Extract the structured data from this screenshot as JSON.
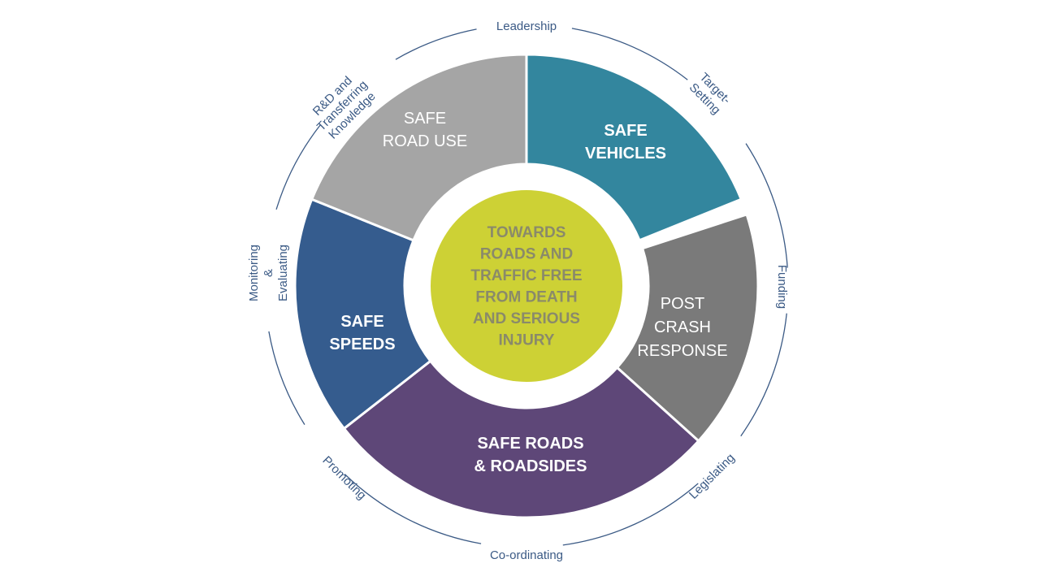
{
  "center": {
    "lines": [
      "TOWARDS",
      "ROADS AND",
      "TRAFFIC FREE",
      "FROM DEATH",
      "AND SERIOUS",
      "INJURY"
    ],
    "color": "#cdd135",
    "text_color": "#8a8a6a"
  },
  "segments": [
    {
      "id": "safe-vehicles",
      "lines": [
        "SAFE",
        "VEHICLES"
      ],
      "color": "#33869e"
    },
    {
      "id": "post-crash-response",
      "lines": [
        "POST",
        "CRASH",
        "RESPONSE"
      ],
      "color": "#7a7a7a"
    },
    {
      "id": "safe-roads-roadsides",
      "lines": [
        "SAFE ROADS",
        "& ROADSIDES"
      ],
      "color": "#5e4778"
    },
    {
      "id": "safe-speeds",
      "lines": [
        "SAFE",
        "SPEEDS"
      ],
      "color": "#355c8e"
    },
    {
      "id": "safe-road-use",
      "lines": [
        "SAFE",
        "ROAD USE"
      ],
      "color": "#a5a5a5"
    }
  ],
  "outer_labels": [
    {
      "id": "leadership",
      "lines": [
        "Leadership"
      ]
    },
    {
      "id": "target-setting",
      "lines": [
        "Target-",
        "Setting"
      ]
    },
    {
      "id": "funding",
      "lines": [
        "Funding"
      ]
    },
    {
      "id": "legislating",
      "lines": [
        "Legislating"
      ]
    },
    {
      "id": "co-ordinating",
      "lines": [
        "Co-ordinating"
      ]
    },
    {
      "id": "promoting",
      "lines": [
        "Promoting"
      ]
    },
    {
      "id": "monitoring-evaluating",
      "lines": [
        "Monitoring",
        "&",
        "Evaluating"
      ]
    },
    {
      "id": "rd-transferring-knowledge",
      "lines": [
        "R&D and",
        "Transferring",
        "Knowledge"
      ]
    }
  ],
  "ring_color": "#3b5a85"
}
